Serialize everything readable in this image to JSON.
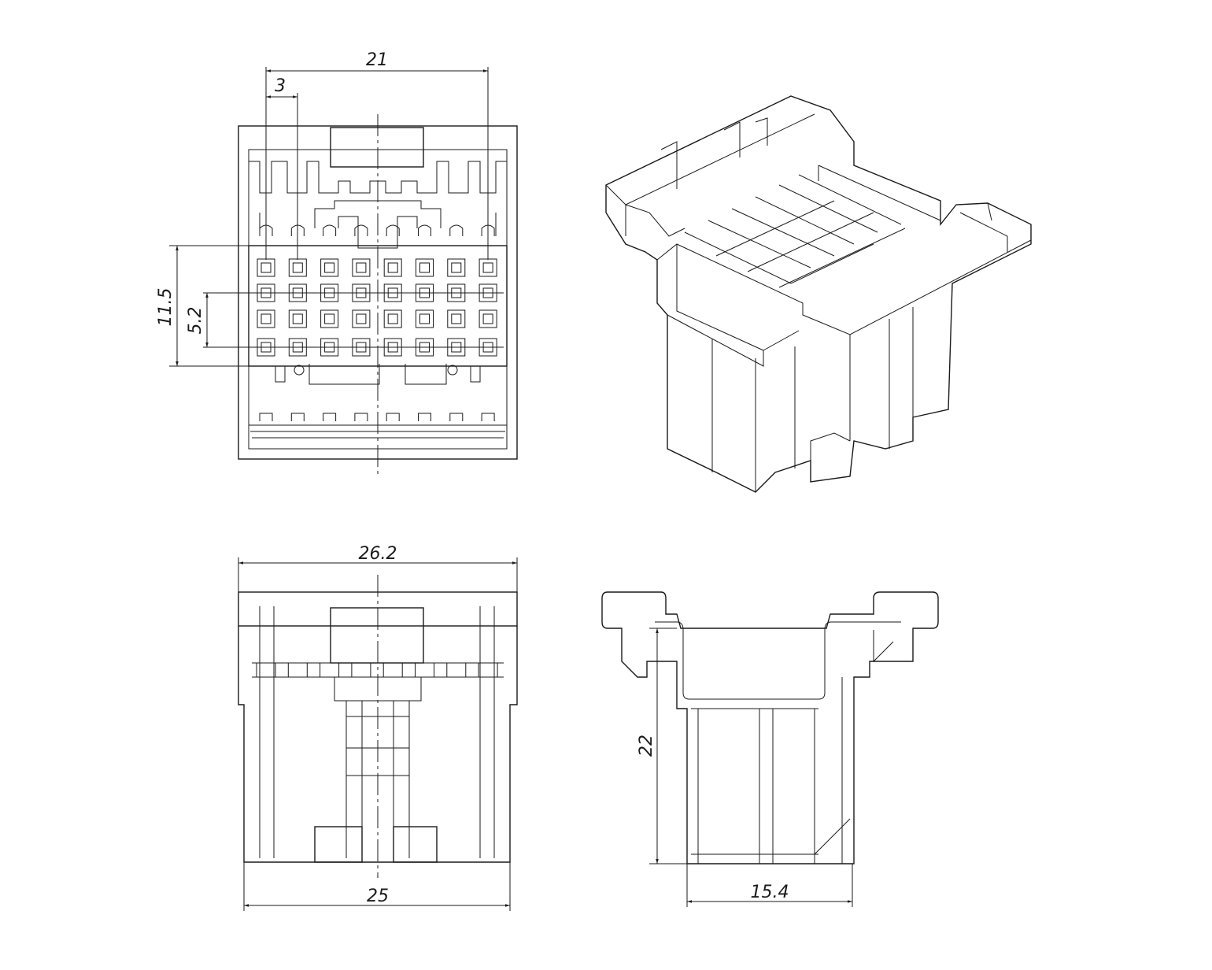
{
  "drawing": {
    "views": [
      "front-view",
      "isometric-view",
      "bottom-view",
      "side-view"
    ],
    "pin_grid": {
      "columns": 8,
      "rows": 4
    },
    "dimensions": {
      "pin_span": "21",
      "pin_pitch": "3",
      "height_outer": "11.5",
      "row_pitch": "5.2",
      "overall_width": "26.2",
      "body_width": "25",
      "depth": "22",
      "side_width": "15.4"
    }
  }
}
